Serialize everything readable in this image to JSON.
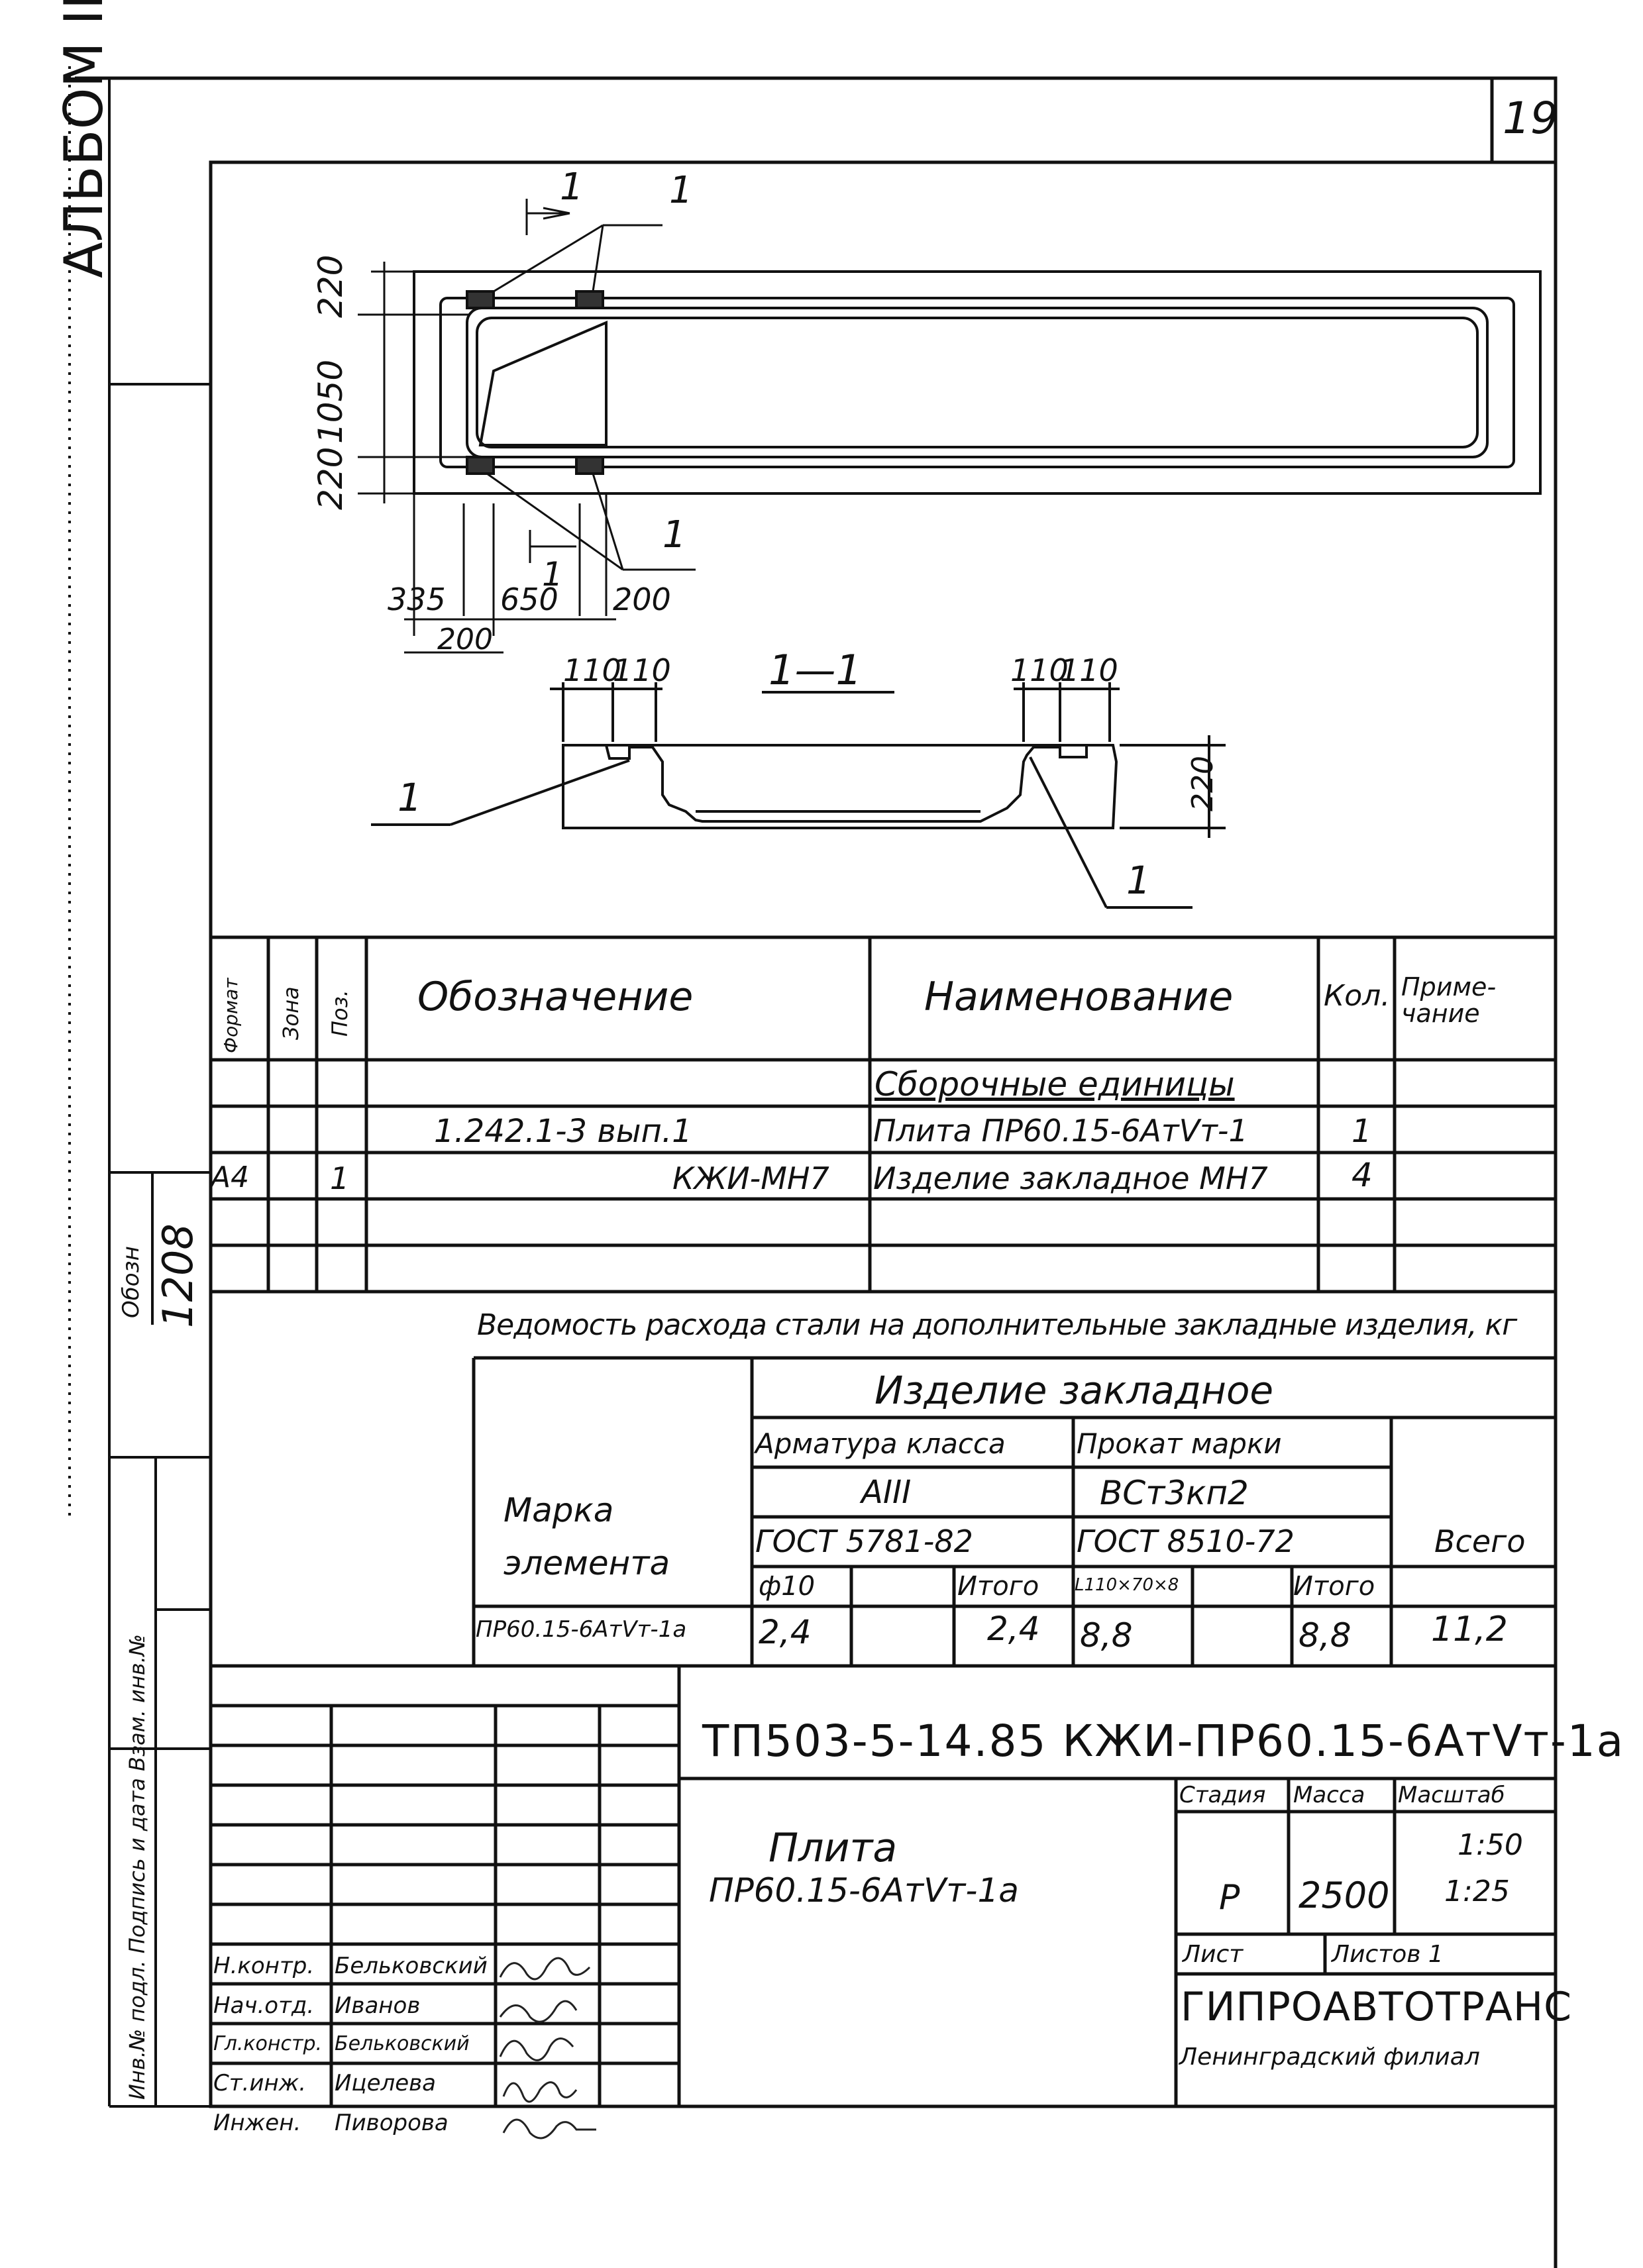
{
  "page_number": "19",
  "album_label": "АЛЬБОМ II",
  "obozn_label": "Обозн",
  "obozn_value": "1208",
  "side_stamp": "Инв.№ подл. Подпись и дата Взам. инв.№",
  "drawing": {
    "section_marker": "1",
    "dims_vertical": [
      "220",
      "1050",
      "220"
    ],
    "dims_horizontal": [
      "335",
      "650",
      "200"
    ],
    "dim_bottom": "200",
    "section_title": "1—1",
    "section_dims_left": [
      "110",
      "110"
    ],
    "section_dims_right": [
      "110",
      "110"
    ],
    "section_height": "220",
    "leader_label": "1"
  },
  "spec": {
    "headers": {
      "format": "Формат",
      "zone": "Зона",
      "pos": "Поз.",
      "designation": "Обозначение",
      "name": "Наименование",
      "qty": "Кол.",
      "note": "Приме-чание"
    },
    "section_heading": "Сборочные единицы",
    "rows": [
      {
        "format": "",
        "pos": "",
        "designation": "1.242.1-3 вып.1",
        "name": "Плита ПР60.15-6АтVт-1",
        "qty": "1"
      },
      {
        "format": "А4",
        "pos": "1",
        "designation": "КЖИ-МН7",
        "name": "Изделие закладное МН7",
        "qty": "4"
      }
    ]
  },
  "steel": {
    "caption": "Ведомость расхода стали на дополнительные закладные изделия, кг",
    "group": "Изделие закладное",
    "mark_header": "Марка элемента",
    "rebar_header": "Арматура класса",
    "rebar_class": "АIII",
    "rebar_gost": "ГОСТ 5781-82",
    "rolled_header": "Прокат марки",
    "rolled_grade": "ВСт3кп2",
    "rolled_gost": "ГОСТ 8510-72",
    "total_header": "Всего",
    "sub_d10": "ф10",
    "sub_itogo1": "Итого",
    "sub_angle": "L110×70×8",
    "sub_itogo2": "Итого",
    "row": {
      "mark": "ПР60.15-6АтVт-1а",
      "d10": "2,4",
      "itogo1": "2,4",
      "angle": "8,8",
      "itogo2": "8,8",
      "total": "11,2"
    }
  },
  "title_block": {
    "code": "ТП503-5-14.85 КЖИ-ПР60.15-6АтVт-1а",
    "name_line1": "Плита",
    "name_line2": "ПР60.15-6АтVт-1а",
    "stage_label": "Стадия",
    "mass_label": "Масса",
    "scale_label": "Масштаб",
    "stage": "Р",
    "mass": "2500",
    "scale1": "1:50",
    "scale2": "1:25",
    "sheet_label": "Лист",
    "sheets_label": "Листов 1",
    "org": "ГИПРОАВТОТРАНС",
    "branch": "Ленинградский филиал",
    "signers": [
      {
        "role": "Н.контр.",
        "name": "Бельковский"
      },
      {
        "role": "Нач.отд.",
        "name": "Иванов"
      },
      {
        "role": "Гл.констр.",
        "name": "Бельковский"
      },
      {
        "role": "Ст.инж.",
        "name": "Ицелева"
      },
      {
        "role": "Инжен.",
        "name": "Пиворова"
      }
    ]
  }
}
